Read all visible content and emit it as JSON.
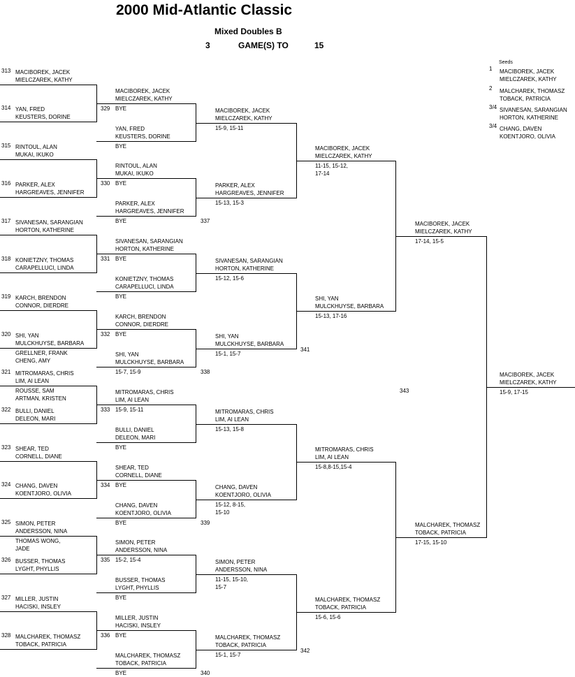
{
  "header": {
    "title": "2000 Mid-Atlantic Classic",
    "event": "Mixed Doubles B",
    "games_count": "3",
    "games_label": "GAME(S) TO",
    "games_to": "15",
    "seeds_label": "Seeds"
  },
  "seeds": [
    {
      "rank": "1",
      "p1": "MACIBOREK, JACEK",
      "p2": "MIELCZAREK, KATHY"
    },
    {
      "rank": "2",
      "p1": "MALCHAREK, THOMASZ",
      "p2": "TOBACK, PATRICIA"
    },
    {
      "rank": "3/4",
      "p1": "SIVANESAN, SARANGIAN",
      "p2": "HORTON, KATHERINE"
    },
    {
      "rank": "3/4",
      "p1": "CHANG, DAVEN",
      "p2": "KOENTJORO, OLIVIA"
    }
  ],
  "round1": [
    {
      "num": "313",
      "p1": "MACIBOREK, JACEK",
      "p2": "MIELCZAREK, KATHY"
    },
    {
      "num": "314",
      "p1": "YAN, FRED",
      "p2": "KEUSTERS, DORINE"
    },
    {
      "num": "315",
      "p1": "RINTOUL, ALAN",
      "p2": "MUKAI, IKUKO"
    },
    {
      "num": "316",
      "p1": "PARKER, ALEX",
      "p2": "HARGREAVES, JENNIFER"
    },
    {
      "num": "317",
      "p1": "SIVANESAN, SARANGIAN",
      "p2": "HORTON, KATHERINE"
    },
    {
      "num": "318",
      "p1": "KONIETZNY, THOMAS",
      "p2": "CARAPELLUCI, LINDA"
    },
    {
      "num": "319",
      "p1": "KARCH, BRENDON",
      "p2": "CONNOR, DIERDRE"
    },
    {
      "num": "320",
      "p1": "SHI, YAN",
      "p2": "MULCKHUYSE, BARBARA",
      "p3": "GRELLNER, FRANK",
      "p4": "CHENG, AMY"
    },
    {
      "num": "321",
      "p1": "MITROMARAS, CHRIS",
      "p2": "LIM, AI LEAN",
      "p3": "ROUSSE, SAM",
      "p4": "ARTMAN, KRISTEN"
    },
    {
      "num": "322",
      "p1": "BULLI, DANIEL",
      "p2": "DELEON, MARI"
    },
    {
      "num": "323",
      "p1": "SHEAR, TED",
      "p2": "CORNELL, DIANE"
    },
    {
      "num": "324",
      "p1": "CHANG, DAVEN",
      "p2": "KOENTJORO, OLIVIA"
    },
    {
      "num": "325",
      "p1": "SIMON, PETER",
      "p2": "ANDERSSON, NINA",
      "p3": "THOMAS WONG,",
      "p4": "JADE"
    },
    {
      "num": "326",
      "p1": "BUSSER, THOMAS",
      "p2": "LYGHT, PHYLLIS"
    },
    {
      "num": "327",
      "p1": "MILLER, JUSTIN",
      "p2": "HACISKI, INSLEY"
    },
    {
      "num": "328",
      "p1": "MALCHAREK, THOMASZ",
      "p2": "TOBACK, PATRICIA"
    }
  ],
  "round2": [
    {
      "num": "329",
      "p1": "MACIBOREK, JACEK",
      "p2": "MIELCZAREK, KATHY",
      "score": "BYE"
    },
    {
      "p1": "YAN, FRED",
      "p2": "KEUSTERS, DORINE",
      "score": "BYE"
    },
    {
      "num": "330",
      "p1": "RINTOUL, ALAN",
      "p2": "MUKAI, IKUKO",
      "score": "BYE"
    },
    {
      "p1": "PARKER, ALEX",
      "p2": "HARGREAVES, JENNIFER",
      "score": "BYE"
    },
    {
      "num": "331",
      "p1": "SIVANESAN, SARANGIAN",
      "p2": "HORTON, KATHERINE",
      "score": "BYE"
    },
    {
      "p1": "KONIETZNY, THOMAS",
      "p2": "CARAPELLUCI, LINDA",
      "score": "BYE"
    },
    {
      "num": "332",
      "p1": "KARCH, BRENDON",
      "p2": "CONNOR, DIERDRE",
      "score": "BYE"
    },
    {
      "p1": "SHI, YAN",
      "p2": "MULCKHUYSE, BARBARA",
      "score": "15-7, 15-9"
    },
    {
      "num": "333",
      "p1": "MITROMARAS, CHRIS",
      "p2": "LIM, AI LEAN",
      "score": "15-9, 15-11"
    },
    {
      "p1": "BULLI, DANIEL",
      "p2": "DELEON, MARI",
      "score": "BYE"
    },
    {
      "num": "334",
      "p1": "SHEAR, TED",
      "p2": "CORNELL, DIANE",
      "score": "BYE"
    },
    {
      "p1": "CHANG, DAVEN",
      "p2": "KOENTJORO, OLIVIA",
      "score": "BYE"
    },
    {
      "num": "335",
      "p1": "SIMON, PETER",
      "p2": "ANDERSSON, NINA",
      "score": "15-2, 15-4"
    },
    {
      "p1": "BUSSER, THOMAS",
      "p2": "LYGHT, PHYLLIS",
      "score": "BYE"
    },
    {
      "num": "336",
      "p1": "MILLER, JUSTIN",
      "p2": "HACISKI, INSLEY",
      "score": "BYE"
    },
    {
      "p1": "MALCHAREK, THOMASZ",
      "p2": "TOBACK, PATRICIA",
      "score": "BYE"
    }
  ],
  "round3": [
    {
      "p1": "MACIBOREK, JACEK",
      "p2": "MIELCZAREK, KATHY",
      "score": "15-9, 15-11"
    },
    {
      "num": "337",
      "p1": "PARKER, ALEX",
      "p2": "HARGREAVES, JENNIFER",
      "score": "15-13, 15-3"
    },
    {
      "p1": "SIVANESAN, SARANGIAN",
      "p2": "HORTON, KATHERINE",
      "score": "15-12, 15-6"
    },
    {
      "num": "338",
      "p1": "SHI, YAN",
      "p2": "MULCKHUYSE, BARBARA",
      "score": "15-1, 15-7"
    },
    {
      "p1": "MITROMARAS, CHRIS",
      "p2": "LIM, AI LEAN",
      "score": "15-13, 15-8"
    },
    {
      "num": "339",
      "p1": "CHANG, DAVEN",
      "p2": "KOENTJORO, OLIVIA",
      "score": "15-12, 8-15,",
      "score2": "15-10"
    },
    {
      "p1": "SIMON, PETER",
      "p2": "ANDERSSON, NINA",
      "score": "11-15, 15-10,",
      "score2": "15-7"
    },
    {
      "num": "340",
      "p1": "MALCHAREK, THOMASZ",
      "p2": "TOBACK, PATRICIA",
      "score": "15-1, 15-7"
    }
  ],
  "round4": [
    {
      "p1": "MACIBOREK, JACEK",
      "p2": "MIELCZAREK, KATHY",
      "score": "11-15, 15-12,",
      "score2": "17-14"
    },
    {
      "num": "341",
      "p1": "SHI, YAN",
      "p2": "MULCKHUYSE, BARBARA",
      "score": "15-13, 17-16"
    },
    {
      "p1": "MITROMARAS, CHRIS",
      "p2": "LIM, AI LEAN",
      "score": "15-8,8-15,15-4"
    },
    {
      "num": "342",
      "p1": "MALCHAREK, THOMASZ",
      "p2": "TOBACK, PATRICIA",
      "score": "15-6, 15-6"
    }
  ],
  "round5": [
    {
      "p1": "MACIBOREK, JACEK",
      "p2": "MIELCZAREK, KATHY",
      "score": "17-14, 15-5"
    },
    {
      "num": "343",
      "p1": "MALCHAREK, THOMASZ",
      "p2": "TOBACK, PATRICIA",
      "score": "17-15, 15-10"
    }
  ],
  "champion": {
    "p1": "MACIBOREK, JACEK",
    "p2": "MIELCZAREK, KATHY",
    "score": "15-9, 17-15"
  }
}
